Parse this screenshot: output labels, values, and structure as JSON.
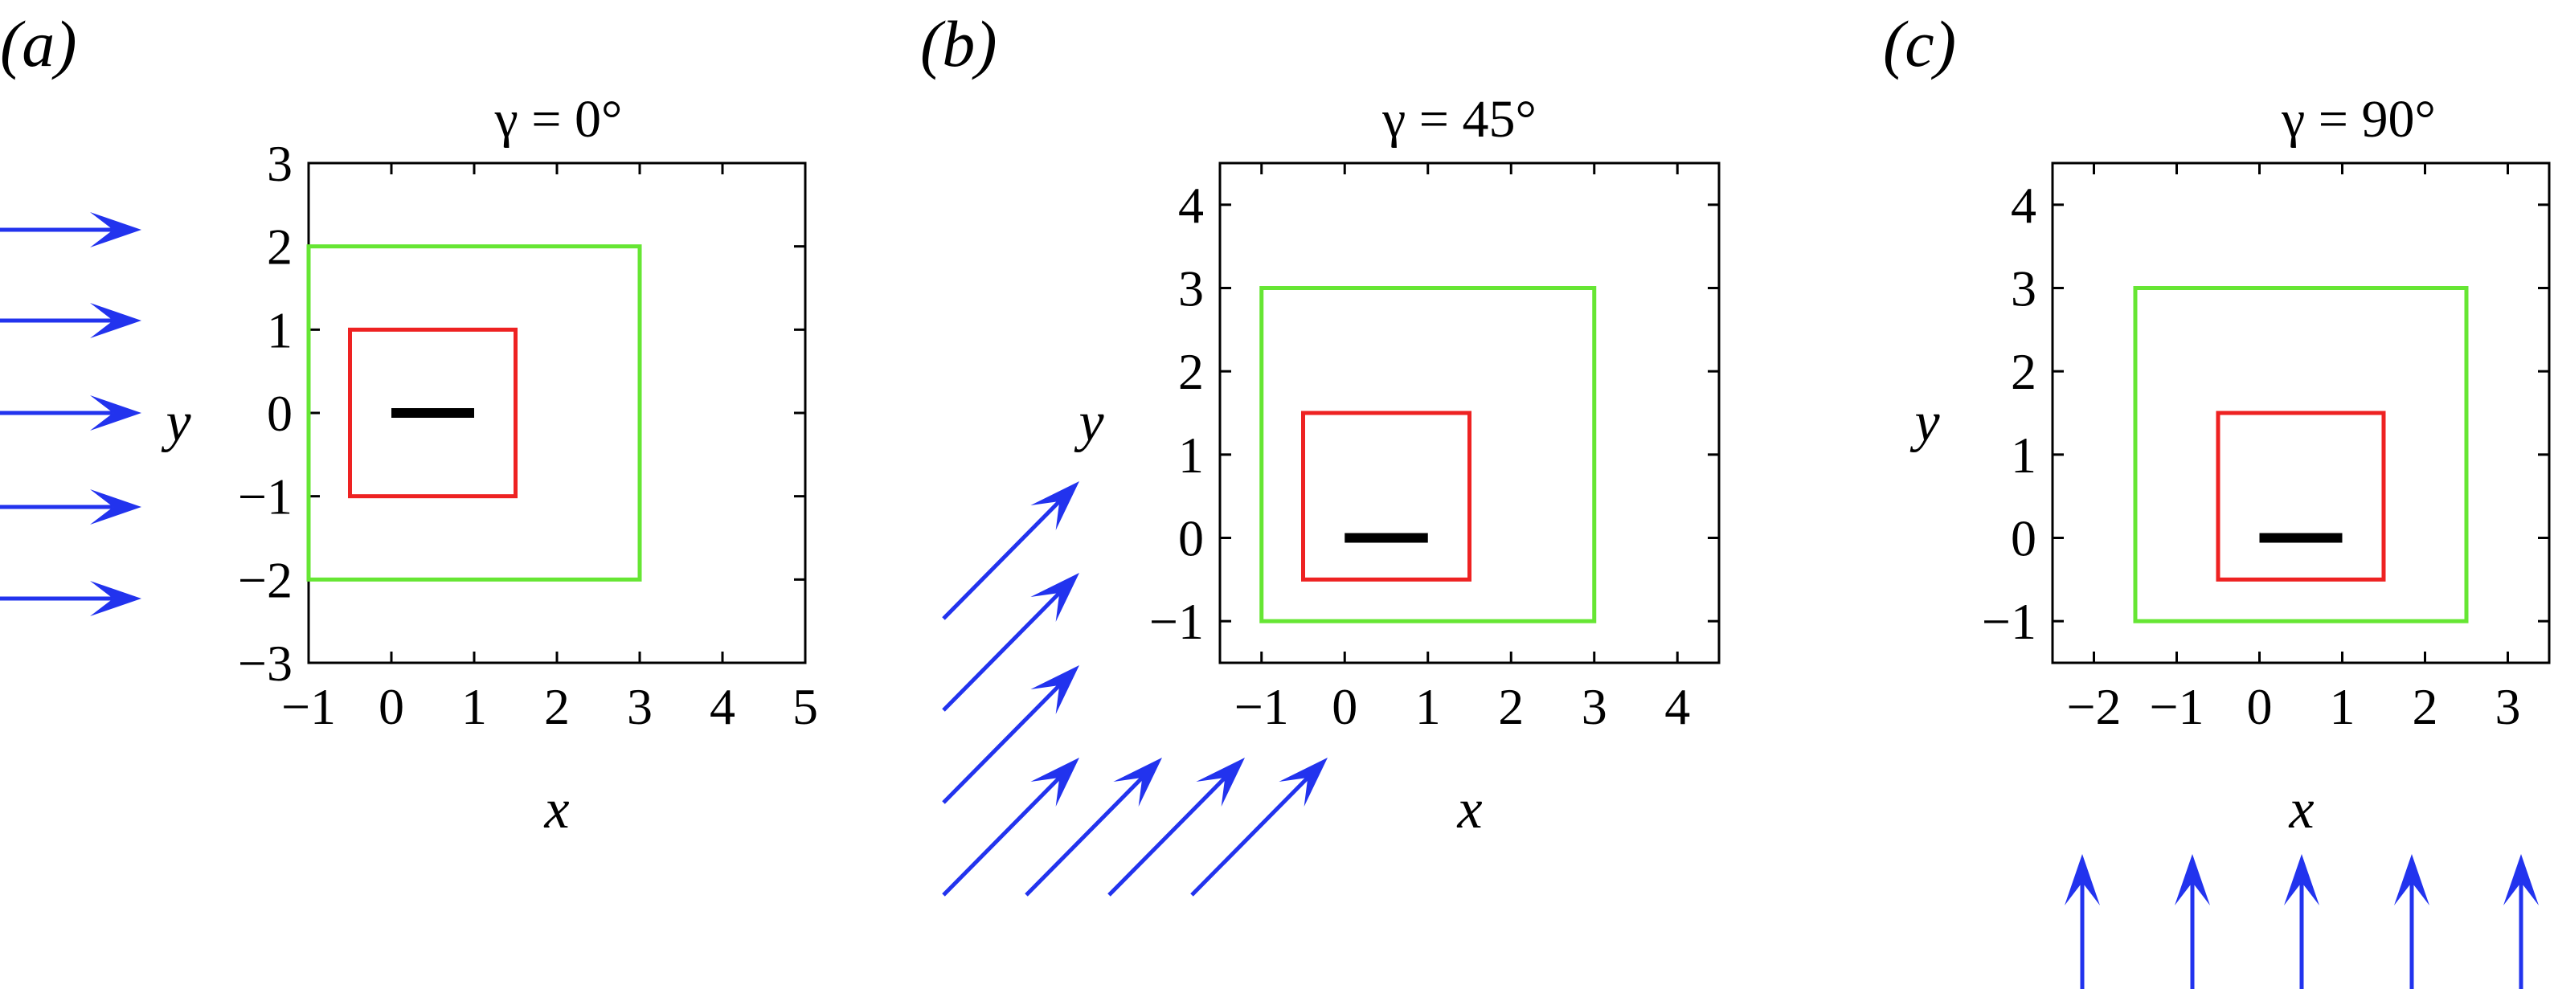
{
  "panels": [
    {
      "tag": "(a)",
      "title": "γ = 0°",
      "xlabel": "x",
      "ylabel": "y",
      "xlim": [
        -1,
        5
      ],
      "ylim": [
        -3,
        3
      ],
      "xticks": [
        -1,
        0,
        1,
        2,
        3,
        4,
        5
      ],
      "yticks": [
        -3,
        -2,
        -1,
        0,
        1,
        2,
        3
      ],
      "outer_box": {
        "x0": -1,
        "x1": 3,
        "y0": -2,
        "y1": 2
      },
      "inner_box": {
        "x0": -0.5,
        "x1": 1.5,
        "y0": -1,
        "y1": 1
      },
      "plate": {
        "x0": 0,
        "x1": 1,
        "y": 0
      },
      "flow_angle_deg": 0
    },
    {
      "tag": "(b)",
      "title": "γ = 45°",
      "xlabel": "x",
      "ylabel": "y",
      "xlim": [
        -1.5,
        4.5
      ],
      "ylim": [
        -1.5,
        4.5
      ],
      "xticks": [
        -1,
        0,
        1,
        2,
        3,
        4
      ],
      "yticks": [
        -1,
        0,
        1,
        2,
        3,
        4
      ],
      "outer_box": {
        "x0": -1,
        "x1": 3,
        "y0": -1,
        "y1": 3
      },
      "inner_box": {
        "x0": -0.5,
        "x1": 1.5,
        "y0": -0.5,
        "y1": 1.5
      },
      "plate": {
        "x0": 0,
        "x1": 1,
        "y": 0
      },
      "flow_angle_deg": 45
    },
    {
      "tag": "(c)",
      "title": "γ = 90°",
      "xlabel": "x",
      "ylabel": "y",
      "xlim": [
        -2.5,
        3.5
      ],
      "ylim": [
        -1.5,
        4.5
      ],
      "xticks": [
        -2,
        -1,
        0,
        1,
        2,
        3
      ],
      "yticks": [
        -1,
        0,
        1,
        2,
        3,
        4
      ],
      "outer_box": {
        "x0": -1.5,
        "x1": 2.5,
        "y0": -1,
        "y1": 3
      },
      "inner_box": {
        "x0": -0.5,
        "x1": 1.5,
        "y0": -0.5,
        "y1": 1.5
      },
      "plate": {
        "x0": 0,
        "x1": 1,
        "y": 0
      },
      "flow_angle_deg": 90
    }
  ],
  "colors": {
    "outer_box": "#66e633",
    "inner_box": "#ee2222",
    "plate": "#000000",
    "arrow": "#2233ee",
    "axes": "#000000"
  }
}
